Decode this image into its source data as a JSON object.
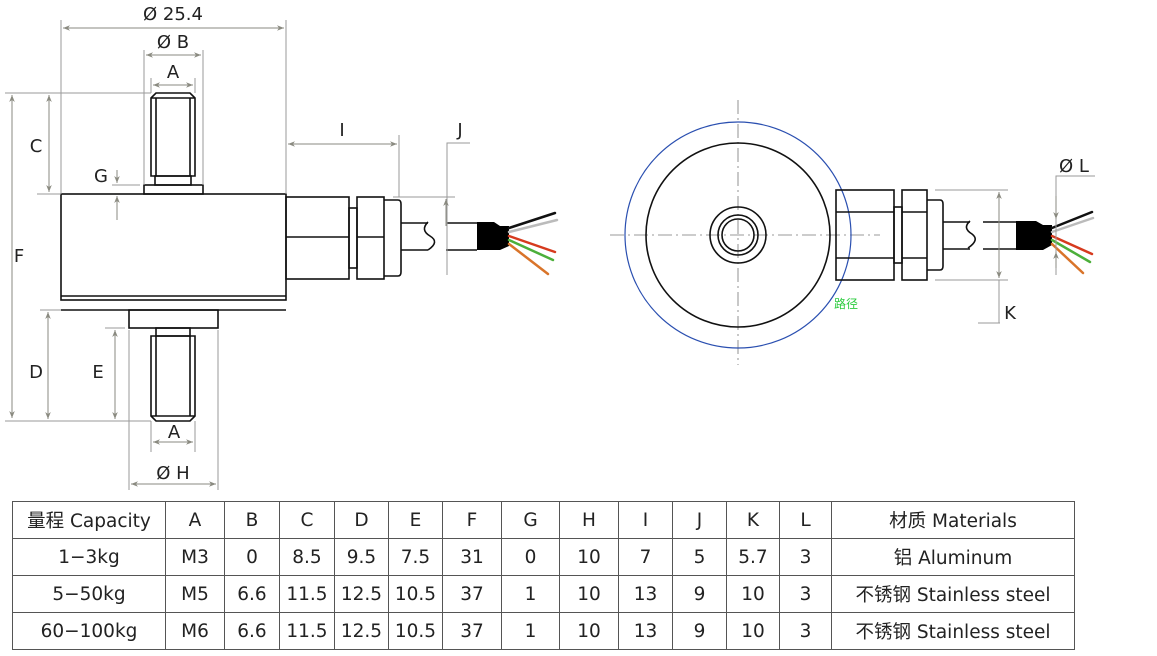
{
  "drawing": {
    "side_view": {
      "body_diameter_label": "Ø 25.4",
      "top_stud_diameter_label": "Ø B",
      "top_thread_label": "A",
      "bottom_thread_label": "A",
      "bottom_boss_diameter_label": "Ø H",
      "dimension_C": "C",
      "dimension_D": "D",
      "dimension_E": "E",
      "dimension_F": "F",
      "dimension_G": "G",
      "dimension_I": "I",
      "dimension_J": "J"
    },
    "top_view": {
      "cable_diameter_label": "Ø L",
      "dimension_K": "K",
      "annotation": "路径",
      "annotation_color": "#2ecc40",
      "outline_color": "#2a4fb0"
    },
    "wire_colors": [
      "#111111",
      "#ffffff",
      "#d63a1e",
      "#4caf3a",
      "#d9742a"
    ]
  },
  "table": {
    "headers": [
      "量程 Capacity",
      "A",
      "B",
      "C",
      "D",
      "E",
      "F",
      "G",
      "H",
      "I",
      "J",
      "K",
      "L",
      "材质 Materials"
    ],
    "rows": [
      [
        "1−3kg",
        "M3",
        "0",
        "8.5",
        "9.5",
        "7.5",
        "31",
        "0",
        "10",
        "7",
        "5",
        "5.7",
        "3",
        "铝 Aluminum"
      ],
      [
        "5−50kg",
        "M5",
        "6.6",
        "11.5",
        "12.5",
        "10.5",
        "37",
        "1",
        "10",
        "13",
        "9",
        "10",
        "3",
        "不锈钢 Stainless steel"
      ],
      [
        "60−100kg",
        "M6",
        "6.6",
        "11.5",
        "12.5",
        "10.5",
        "37",
        "1",
        "10",
        "13",
        "9",
        "10",
        "3",
        "不锈钢 Stainless steel"
      ]
    ]
  }
}
